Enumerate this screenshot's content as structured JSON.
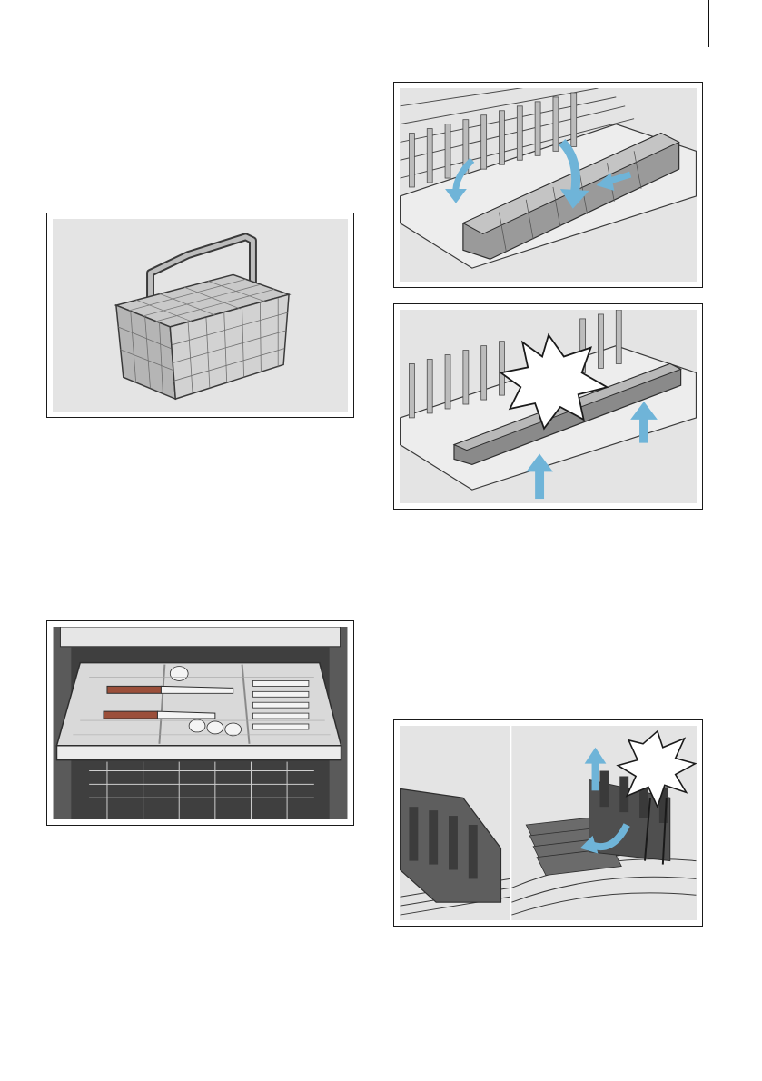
{
  "page": {
    "figures": [
      {
        "id": "cutlery-basket",
        "alt": ""
      },
      {
        "id": "rack-fold-down",
        "alt": ""
      },
      {
        "id": "rack-lift",
        "alt": ""
      },
      {
        "id": "cutlery-drawer",
        "alt": ""
      },
      {
        "id": "fold-tines",
        "alt": ""
      }
    ]
  },
  "colors": {
    "panel_bg": "#e4e4e4",
    "line": "#3a3a3a",
    "rack_fill": "#d6d6d6",
    "rack_dark": "#8a8a8a",
    "arrow": "#6fb4d8",
    "burst": "#ffffff"
  },
  "icons": {
    "basket": "cutlery-basket-icon",
    "arrow": "arrow-icon",
    "burst": "click-burst-icon"
  }
}
